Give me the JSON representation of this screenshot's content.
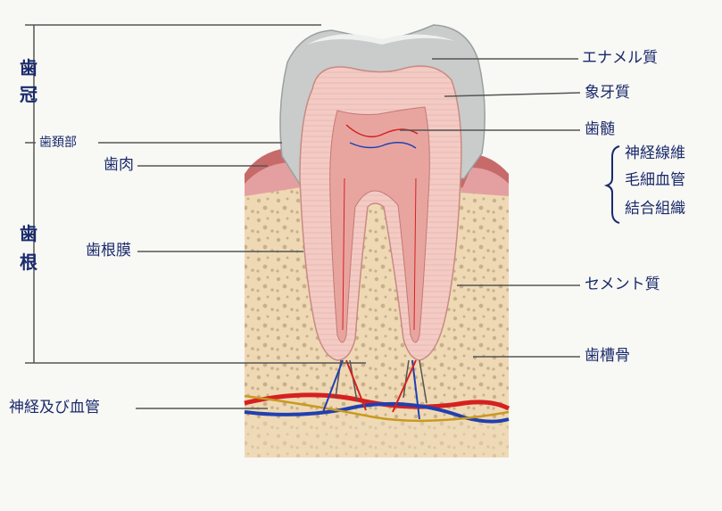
{
  "labels": {
    "crown_1": "歯",
    "crown_2": "冠",
    "root_1": "歯",
    "root_2": "根",
    "neck": "歯頚部",
    "gum": "歯肉",
    "periodontal_ligament": "歯根膜",
    "nerves_vessels": "神経及び血管",
    "enamel": "エナメル質",
    "dentin": "象牙質",
    "pulp": "歯髄",
    "pulp_nerve_fibers": "神経線維",
    "pulp_capillaries": "毛細血管",
    "pulp_connective_tissue": "結合組織",
    "cementum": "セメント質",
    "alveolar_bone": "歯槽骨"
  },
  "colors": {
    "background": "#f8f8f4",
    "label_text": "#1a2a6c",
    "leader_line": "#555555",
    "enamel": "#c9cccb",
    "dentin": "#f2c9c2",
    "pulp": "#e8a5a0",
    "gum": "#c76a6a",
    "bone": "#efd9b5",
    "bone_dots": "#c9b08a",
    "artery": "#d62020",
    "vein": "#2040b0",
    "nerve": "#c89a20"
  }
}
